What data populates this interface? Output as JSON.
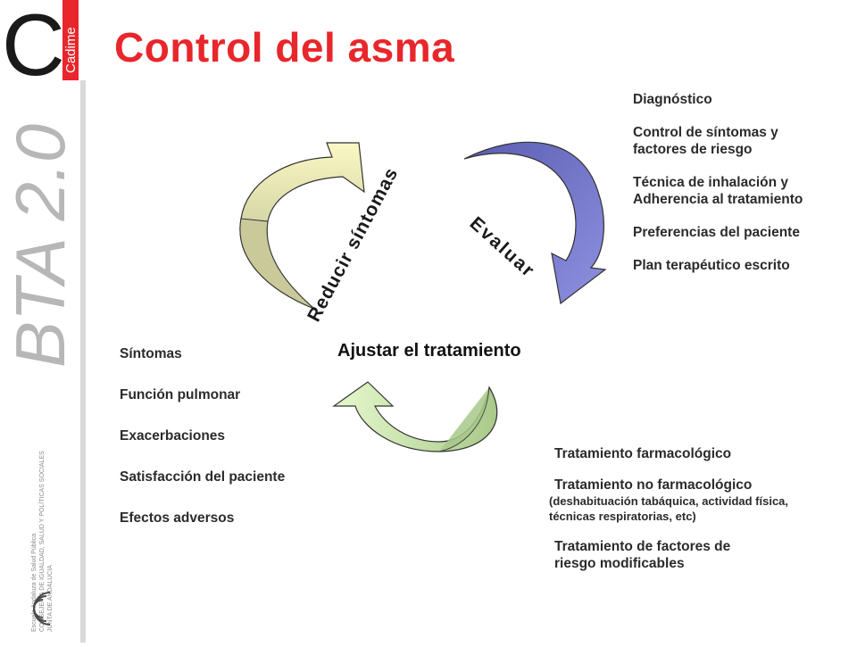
{
  "brand": {
    "logo_letter": "C",
    "logo_word": "Cadime",
    "publication": "BTA 2.0",
    "publisher_lines": [
      "Escuela Andaluza de Salud Pública",
      "CONSEJERÍA DE IGUALDAD, SALUD Y POLÍTICAS SOCIALES",
      "JUNTA DE ANDALUCIA"
    ]
  },
  "title": "Control del asma",
  "cycle": {
    "arc_labels": {
      "reduce": "Reducir síntomas",
      "evaluate": "Evaluar",
      "adjust": "Ajustar el tratamiento"
    },
    "colors": {
      "evaluate": "#7d7fd6",
      "adjust": "#c8e6a8",
      "reduce": "#f5f2b5",
      "reduce_dark": "#c8c896"
    }
  },
  "evaluate_list": {
    "items": [
      {
        "lines": [
          "Diagnóstico"
        ]
      },
      {
        "lines": [
          "Control de síntomas y",
          "factores de riesgo"
        ]
      },
      {
        "lines": [
          "Técnica de inhalación y",
          "Adherencia al tratamiento"
        ]
      },
      {
        "lines": [
          "Preferencias del paciente"
        ]
      },
      {
        "lines": [
          "Plan terapéutico escrito"
        ]
      }
    ]
  },
  "reduce_list": {
    "items": [
      {
        "lines": [
          "Síntomas"
        ]
      },
      {
        "lines": [
          "Función pulmonar"
        ]
      },
      {
        "lines": [
          "Exacerbaciones"
        ]
      },
      {
        "lines": [
          "Satisfacción del paciente"
        ]
      },
      {
        "lines": [
          "Efectos adversos"
        ]
      }
    ]
  },
  "adjust_list": {
    "items": [
      {
        "lines": [
          "Tratamiento farmacológico"
        ]
      },
      {
        "lines": [
          "Tratamiento no farmacológico"
        ],
        "sub": [
          "(deshabituación tabáquica, actividad física,",
          "técnicas respiratorias, etc)"
        ]
      },
      {
        "lines": [
          "Tratamiento de factores de",
          "riesgo modificables"
        ]
      }
    ]
  }
}
